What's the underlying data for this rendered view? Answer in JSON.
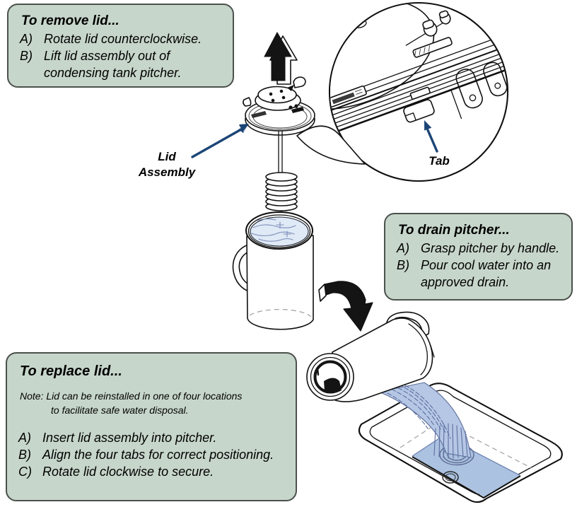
{
  "illustration": {
    "callouts": {
      "remove_lid": {
        "title": "To remove lid...",
        "steps": [
          {
            "key": "A)",
            "text": "Rotate lid counterclockwise."
          },
          {
            "key": "B)",
            "text": "Lift lid assembly out of condensing tank pitcher."
          }
        ]
      },
      "drain_pitcher": {
        "title": "To drain pitcher...",
        "steps": [
          {
            "key": "A)",
            "text": "Grasp pitcher by handle."
          },
          {
            "key": "B)",
            "text": "Pour cool water into an approved drain."
          }
        ]
      },
      "replace_lid": {
        "title": "To replace lid...",
        "note_line1": "Note: Lid can be reinstalled in one of four locations",
        "note_line2": "to facilitate safe water disposal.",
        "steps": [
          {
            "key": "A)",
            "text": "Insert lid assembly into pitcher."
          },
          {
            "key": "B)",
            "text": "Align the four tabs for correct positioning."
          },
          {
            "key": "C)",
            "text": "Rotate lid clockwise to secure."
          }
        ]
      }
    },
    "labels": {
      "lid_assembly": "Lid\nAssembly",
      "tab": "Tab"
    },
    "colors": {
      "callout_bg": "#c7d6ca",
      "callout_border": "#4b514d",
      "pointer_blue": "#1b4576",
      "water_surface": "#dfeaf6",
      "water_blue": "#abc2e1",
      "stream_fill": "#b5c7e5",
      "stream_line": "#5d6f9e"
    }
  }
}
